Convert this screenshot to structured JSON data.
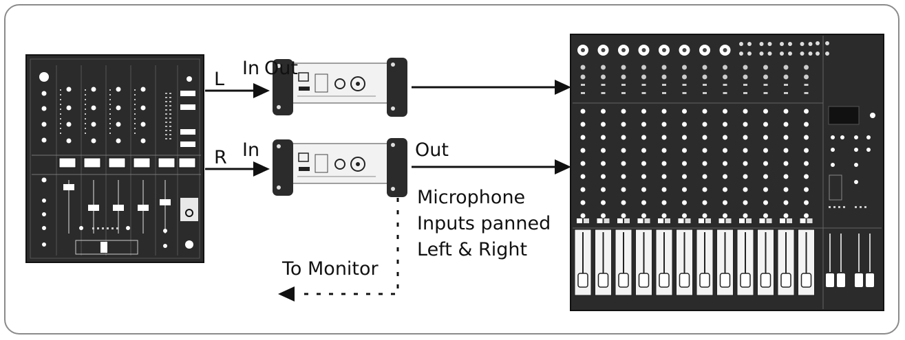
{
  "labels": {
    "left_channel": "L",
    "right_channel": "R",
    "di1_in": "In",
    "di1_out": "Out",
    "di2_in": "In",
    "di2_out": "Out",
    "mic_note_line1": "Microphone",
    "mic_note_line2": "Inputs panned",
    "mic_note_line3": "Left & Right",
    "monitor": "To Monitor"
  },
  "colors": {
    "frame": "#8a8a8a",
    "device_dark": "#2b2b2b",
    "device_light": "#f2f2f2",
    "line": "#111111"
  },
  "icons": {
    "dj_mixer": "dj-mixer-icon",
    "di_box": "di-box-icon",
    "mixing_console": "mixing-console-icon",
    "arrow": "arrow-head-icon"
  }
}
